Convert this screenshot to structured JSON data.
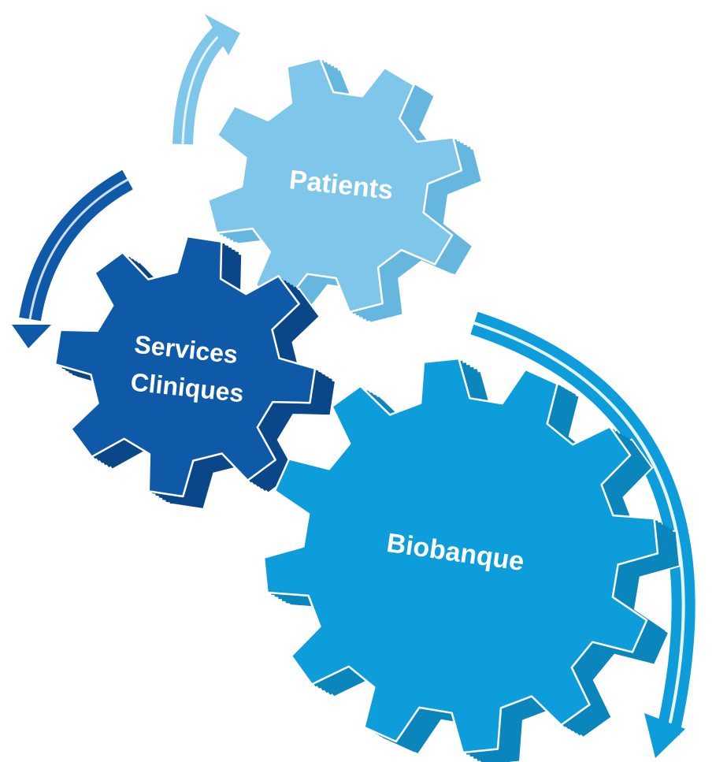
{
  "gears": [
    {
      "id": "patients",
      "lines": [
        "Patients"
      ],
      "color": "#7ec7ea",
      "side_color": "#66b7df"
    },
    {
      "id": "services-cliniques",
      "lines": [
        "Services",
        "Cliniques"
      ],
      "color": "#0f5aa8",
      "side_color": "#0a4789"
    },
    {
      "id": "biobanque",
      "lines": [
        "Biobanque"
      ],
      "color": "#0d9ddb",
      "side_color": "#0a86bd"
    }
  ],
  "arrow_colors": {
    "patients_arrow": "#7ec7ea",
    "services_arrow": "#0f5aa8",
    "biobanque_arrow": "#0d9ddb"
  }
}
